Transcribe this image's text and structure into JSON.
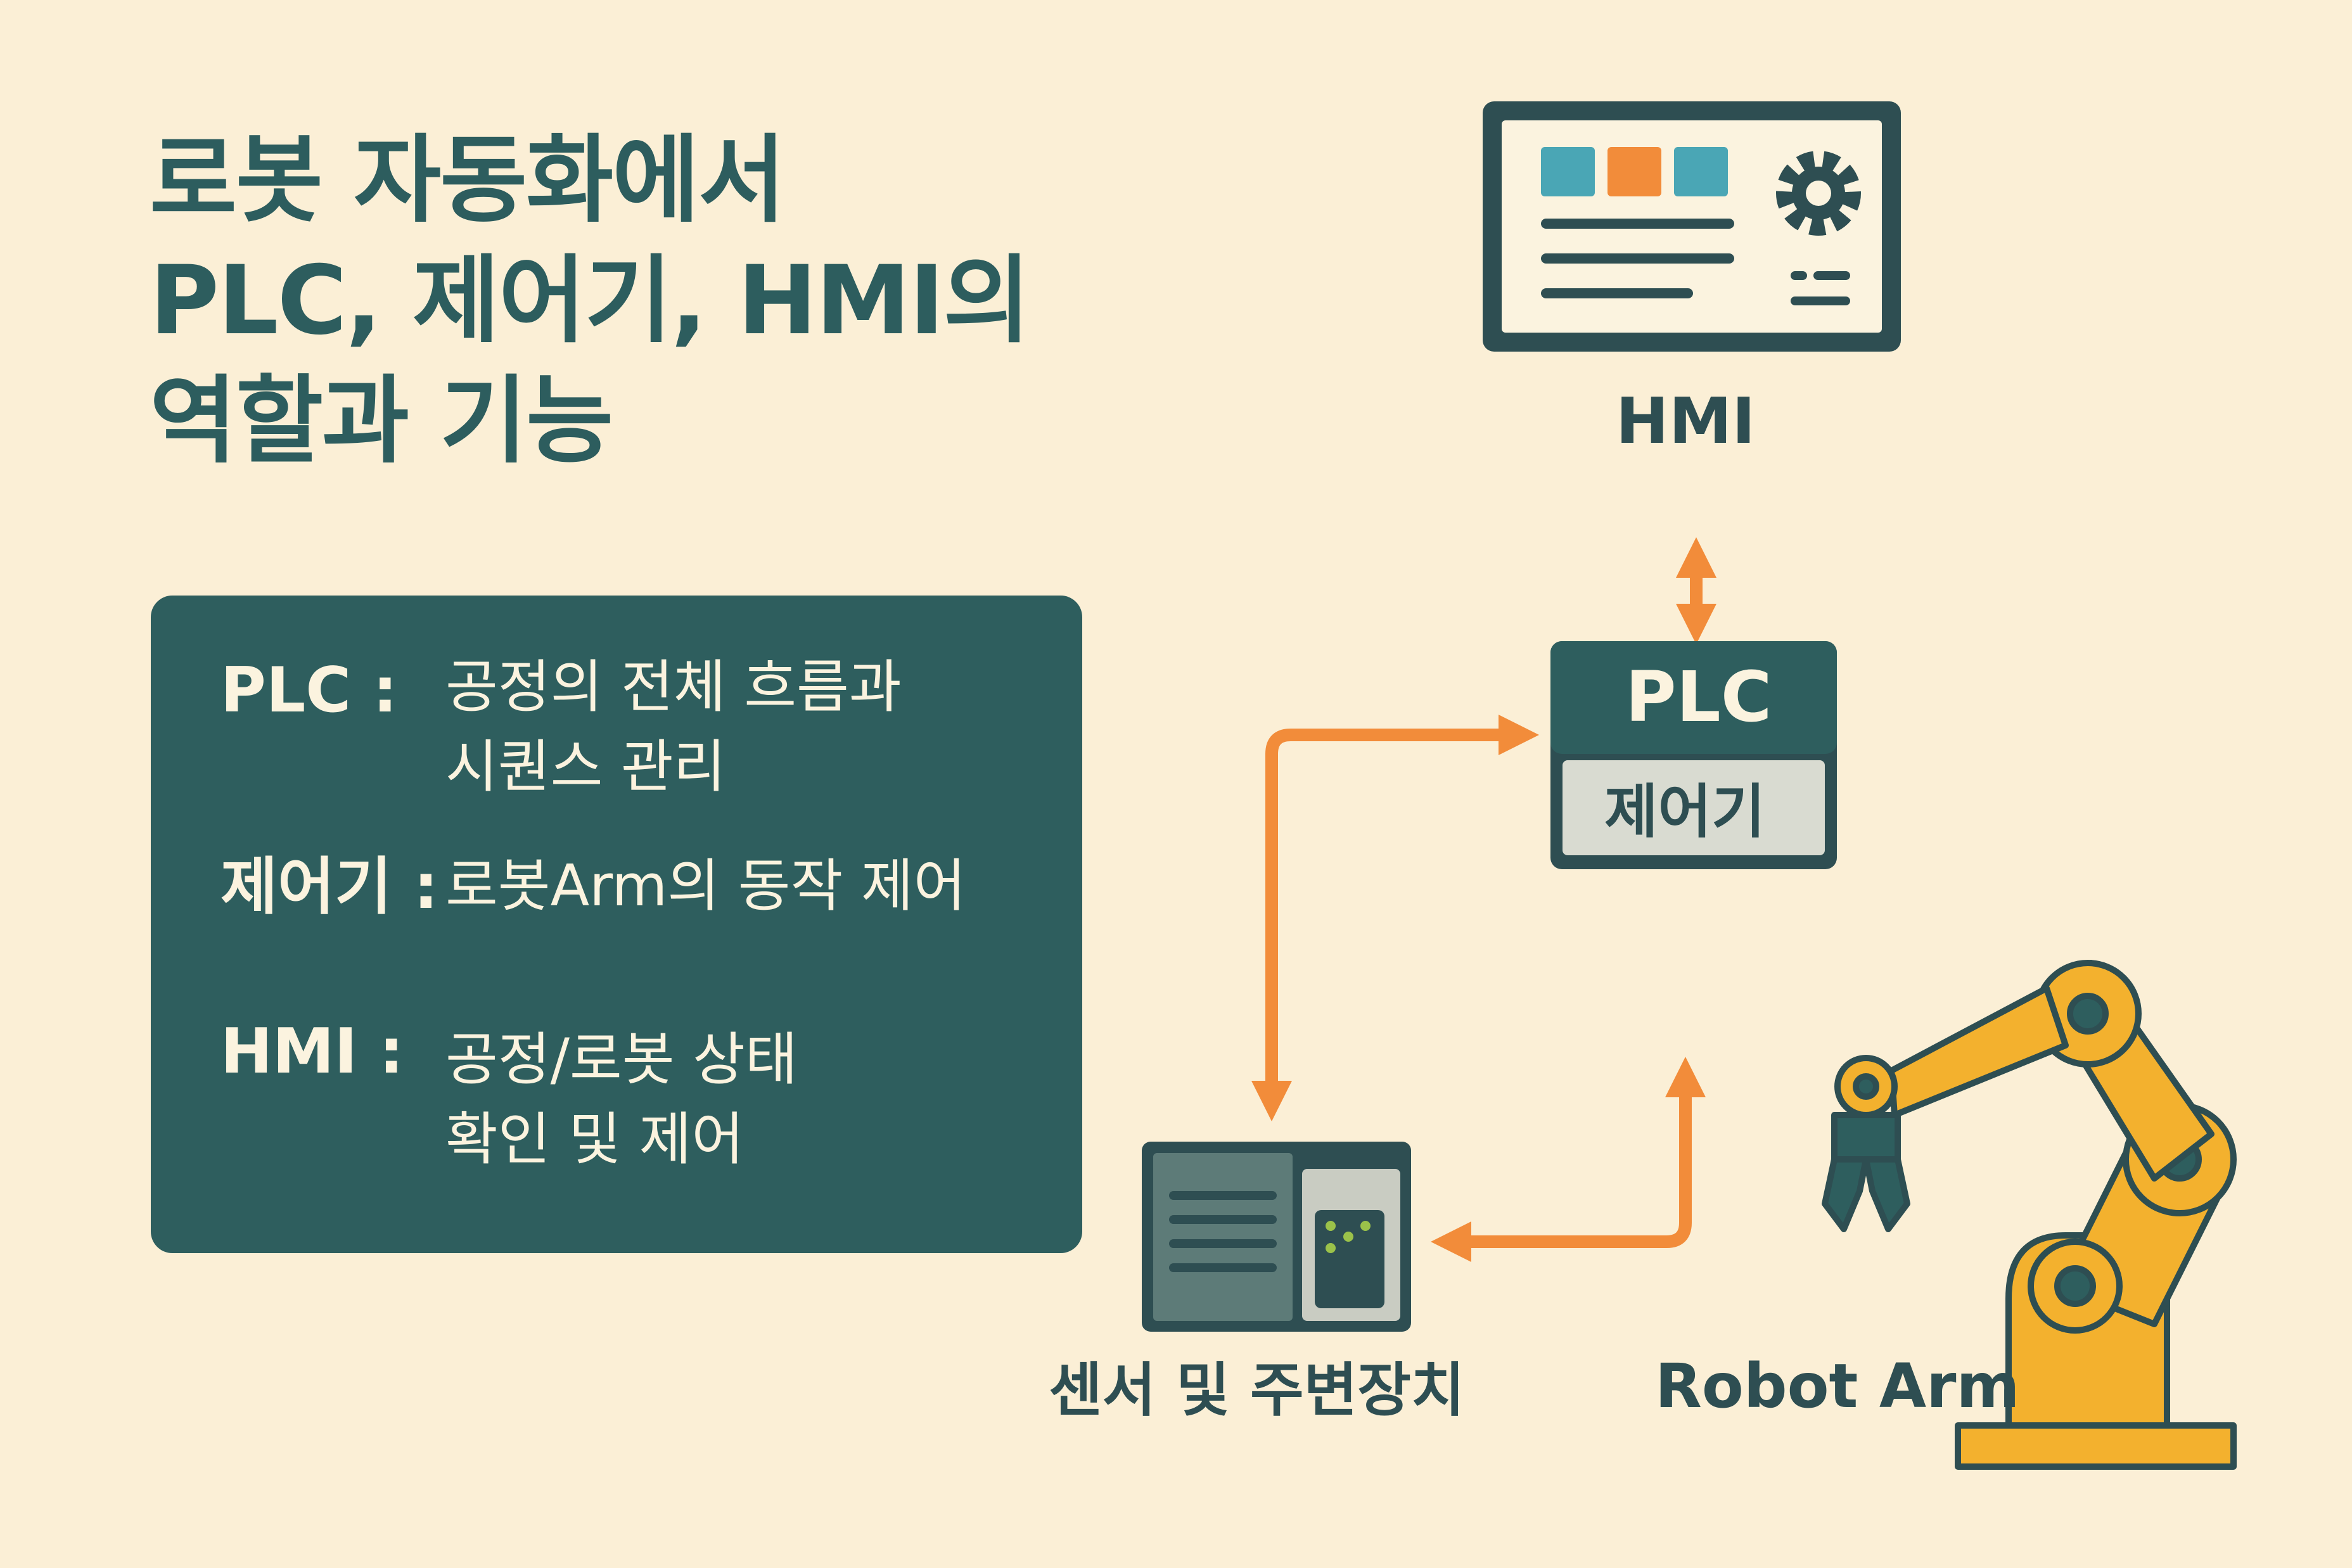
{
  "title": {
    "line1": "로봇 자동화에서",
    "line2": "PLC, 제어기, HMI의",
    "line3": "역할과 기능"
  },
  "panel": {
    "items": [
      {
        "label": "PLC :",
        "desc_lines": [
          "공정의 전체 흐름과",
          "시퀀스 관리"
        ]
      },
      {
        "label": "제어기 :",
        "desc_lines": [
          "로봇Arm의 동작 제어"
        ]
      },
      {
        "label": "HMI :",
        "desc_lines": [
          "공정/로봇 상태",
          "확인 및 제어"
        ]
      }
    ]
  },
  "diagram": {
    "hmi_label": "HMI",
    "plc_label": "PLC",
    "controller_label": "제어기",
    "sensor_label": "센서 및 주변장치",
    "robot_label": "Robot Arm"
  },
  "colors": {
    "background": "#fbefd6",
    "dark_teal": "#2e5e5e",
    "orange_arrow": "#f28c3a",
    "robot_yellow": "#f3b12e",
    "screen_teal": "#4aa6b5"
  },
  "icons": [
    "gear-icon",
    "hmi-monitor-icon",
    "sensor-device-icon",
    "robot-arm-icon"
  ]
}
